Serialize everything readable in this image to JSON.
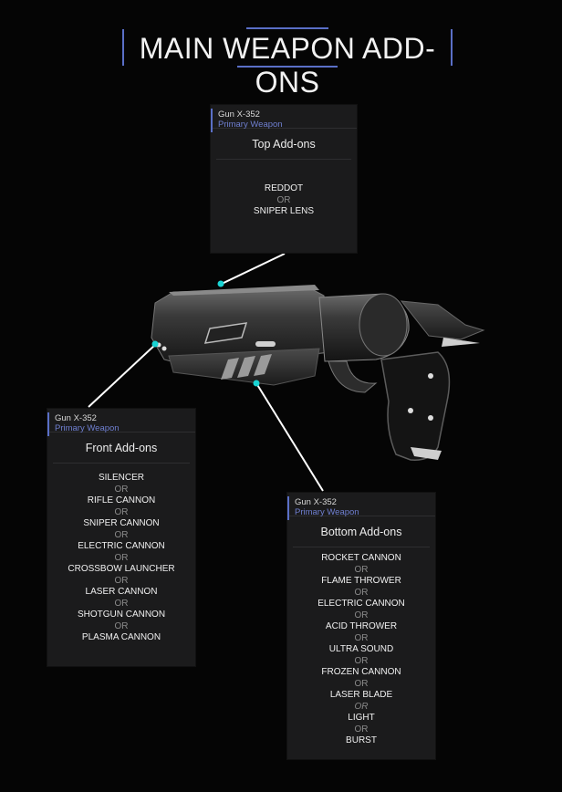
{
  "page": {
    "title": "MAIN WEAPON ADD-ONS"
  },
  "colors": {
    "accent": "#5a6fc7",
    "panel_bg": "#1b1b1c",
    "connector": "#ffffff",
    "dot": "#19d3d3"
  },
  "panels": {
    "top": {
      "gun": "Gun X-352",
      "role": "Primary Weapon",
      "title": "Top Add-ons",
      "items": [
        "REDDOT",
        "SNIPER LENS"
      ],
      "separator": "OR"
    },
    "front": {
      "gun": "Gun X-352",
      "role": "Primary Weapon",
      "title": "Front Add-ons",
      "items": [
        "SILENCER",
        "RIFLE CANNON",
        "SNIPER CANNON",
        "ELECTRIC CANNON",
        "CROSSBOW LAUNCHER",
        "LASER CANNON",
        "SHOTGUN CANNON",
        "PLASMA CANNON"
      ],
      "separator": "OR"
    },
    "bottom": {
      "gun": "Gun X-352",
      "role": "Primary Weapon",
      "title": "Bottom Add-ons",
      "items": [
        "ROCKET CANNON",
        "FLAME THROWER",
        "ELECTRIC CANNON",
        "ACID THROWER",
        "ULTRA SOUND",
        "FROZEN CANNON",
        "LASER BLADE",
        "LIGHT",
        "BURST"
      ],
      "separator": "OR"
    }
  }
}
